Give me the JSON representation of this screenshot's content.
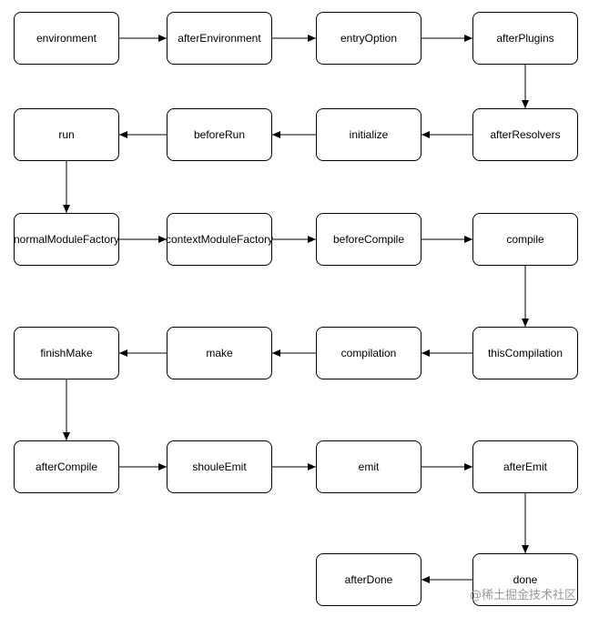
{
  "nodes": [
    {
      "id": "environment",
      "label": "environment"
    },
    {
      "id": "afterEnvironment",
      "label": "afterEnvironment"
    },
    {
      "id": "entryOption",
      "label": "entryOption"
    },
    {
      "id": "afterPlugins",
      "label": "afterPlugins"
    },
    {
      "id": "run",
      "label": "run"
    },
    {
      "id": "beforeRun",
      "label": "beforeRun"
    },
    {
      "id": "initialize",
      "label": "initialize"
    },
    {
      "id": "afterResolvers",
      "label": "afterResolvers"
    },
    {
      "id": "normalModuleFactory",
      "label": "normalModuleFactory"
    },
    {
      "id": "contextModuleFactory",
      "label": "contextModuleFactory"
    },
    {
      "id": "beforeCompile",
      "label": "beforeCompile"
    },
    {
      "id": "compile",
      "label": "compile"
    },
    {
      "id": "finishMake",
      "label": "finishMake"
    },
    {
      "id": "make",
      "label": "make"
    },
    {
      "id": "compilation",
      "label": "compilation"
    },
    {
      "id": "thisCompilation",
      "label": "thisCompilation"
    },
    {
      "id": "afterCompile",
      "label": "afterCompile"
    },
    {
      "id": "shouleEmit",
      "label": "shouleEmit"
    },
    {
      "id": "emit",
      "label": "emit"
    },
    {
      "id": "afterEmit",
      "label": "afterEmit"
    },
    {
      "id": "afterDone",
      "label": "afterDone"
    },
    {
      "id": "done",
      "label": "done"
    }
  ],
  "edges": [
    {
      "from": "environment",
      "to": "afterEnvironment"
    },
    {
      "from": "afterEnvironment",
      "to": "entryOption"
    },
    {
      "from": "entryOption",
      "to": "afterPlugins"
    },
    {
      "from": "afterPlugins",
      "to": "afterResolvers"
    },
    {
      "from": "afterResolvers",
      "to": "initialize"
    },
    {
      "from": "initialize",
      "to": "beforeRun"
    },
    {
      "from": "beforeRun",
      "to": "run"
    },
    {
      "from": "run",
      "to": "normalModuleFactory"
    },
    {
      "from": "normalModuleFactory",
      "to": "contextModuleFactory"
    },
    {
      "from": "contextModuleFactory",
      "to": "beforeCompile"
    },
    {
      "from": "beforeCompile",
      "to": "compile"
    },
    {
      "from": "compile",
      "to": "thisCompilation"
    },
    {
      "from": "thisCompilation",
      "to": "compilation"
    },
    {
      "from": "compilation",
      "to": "make"
    },
    {
      "from": "make",
      "to": "finishMake"
    },
    {
      "from": "finishMake",
      "to": "afterCompile"
    },
    {
      "from": "afterCompile",
      "to": "shouleEmit"
    },
    {
      "from": "shouleEmit",
      "to": "emit"
    },
    {
      "from": "emit",
      "to": "afterEmit"
    },
    {
      "from": "afterEmit",
      "to": "done"
    },
    {
      "from": "done",
      "to": "afterDone"
    }
  ],
  "watermark": "@稀土掘金技术社区"
}
